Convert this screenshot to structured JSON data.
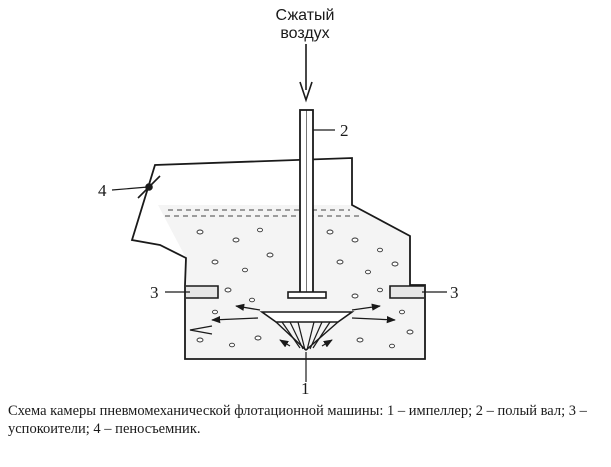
{
  "diagram": {
    "title_lines": [
      "Сжатый",
      "воздух"
    ],
    "labels": {
      "impeller": "1",
      "shaft": "2",
      "stabilizer_left": "3",
      "stabilizer_right": "3",
      "froth_remover": "4"
    }
  },
  "caption": "Схема камеры пневмомеханической флотационной машины: 1 – импеллер; 2 – полый вал; 3 – успокоители; 4 – пеносъемник."
}
